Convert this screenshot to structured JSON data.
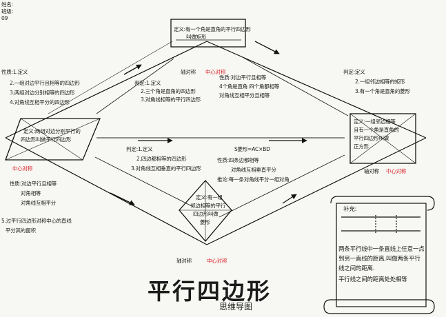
{
  "header": {
    "lines": [
      "姓名:",
      "班级:",
      "09"
    ]
  },
  "main_title": "平行四边形",
  "main_subtitle": "思维导图",
  "parallelogram_node": {
    "definition": [
      "定义:两组对边分别平行的",
      "四边形叫做平行四边形"
    ],
    "properties_heading": "性质:1.定义",
    "properties": [
      "2.一组对边平行且相等的四边形",
      "3.两组对边分别相等的四边形",
      "4.对角线互相平分的四边形"
    ],
    "symmetry": "中心对称",
    "features": [
      "性质:对边平行且相等",
      "对角相等",
      "对角线互相平分"
    ],
    "area_note": [
      "5.过平行四边形对称中心的直线",
      "平分其的面积"
    ]
  },
  "rectangle_node": {
    "box_text": [
      "定义:有一个角是直角的平行四边形",
      "叫做矩形"
    ],
    "symmetry_label": "轴对称",
    "symmetry_label_red": "中心对称",
    "judge_heading": "判定:1.定义",
    "judge": [
      "2.三个角是直角的四边形",
      "3.对角线相等的平行四边形"
    ],
    "properties": [
      "性质:对边平行且相等",
      "4个角是直角  四个角都相等",
      "对角线互相平分且相等"
    ]
  },
  "square_node": {
    "box_text": [
      "定义:一组邻边相等",
      "且有一个角是直角的",
      "平行四边形叫做",
      "正方形"
    ],
    "judge_heading": "判定:定义",
    "judge": [
      "2.一组邻边相等的矩形",
      "3.有一个角是直角的菱形"
    ],
    "symmetry_label": "轴对称",
    "symmetry_label_red": "中心对称"
  },
  "rhombus_node": {
    "box_text": [
      "定义:有一组",
      "邻边相等的平行",
      "四边形叫做",
      "菱形"
    ],
    "judge_heading": "判定:1.定义",
    "judge": [
      "2.四边都相等的四边形",
      "3.对角线互相垂直的平行四边形"
    ],
    "area_formula": "S菱形=AC×BD",
    "properties": [
      "性质:四条边都相等",
      "对角线互相垂直平分",
      "推论:每一条对角线平分一组对角"
    ],
    "symmetry_label": "轴对称",
    "symmetry_label_red": "中心对称"
  },
  "scroll": {
    "title": "补充:",
    "lines": [
      "两条平行线中一条直线上任意一点",
      "到另一直线的距离,叫做两条平行",
      "线之间的距离.",
      "平行线之间的距离处处相等"
    ]
  }
}
